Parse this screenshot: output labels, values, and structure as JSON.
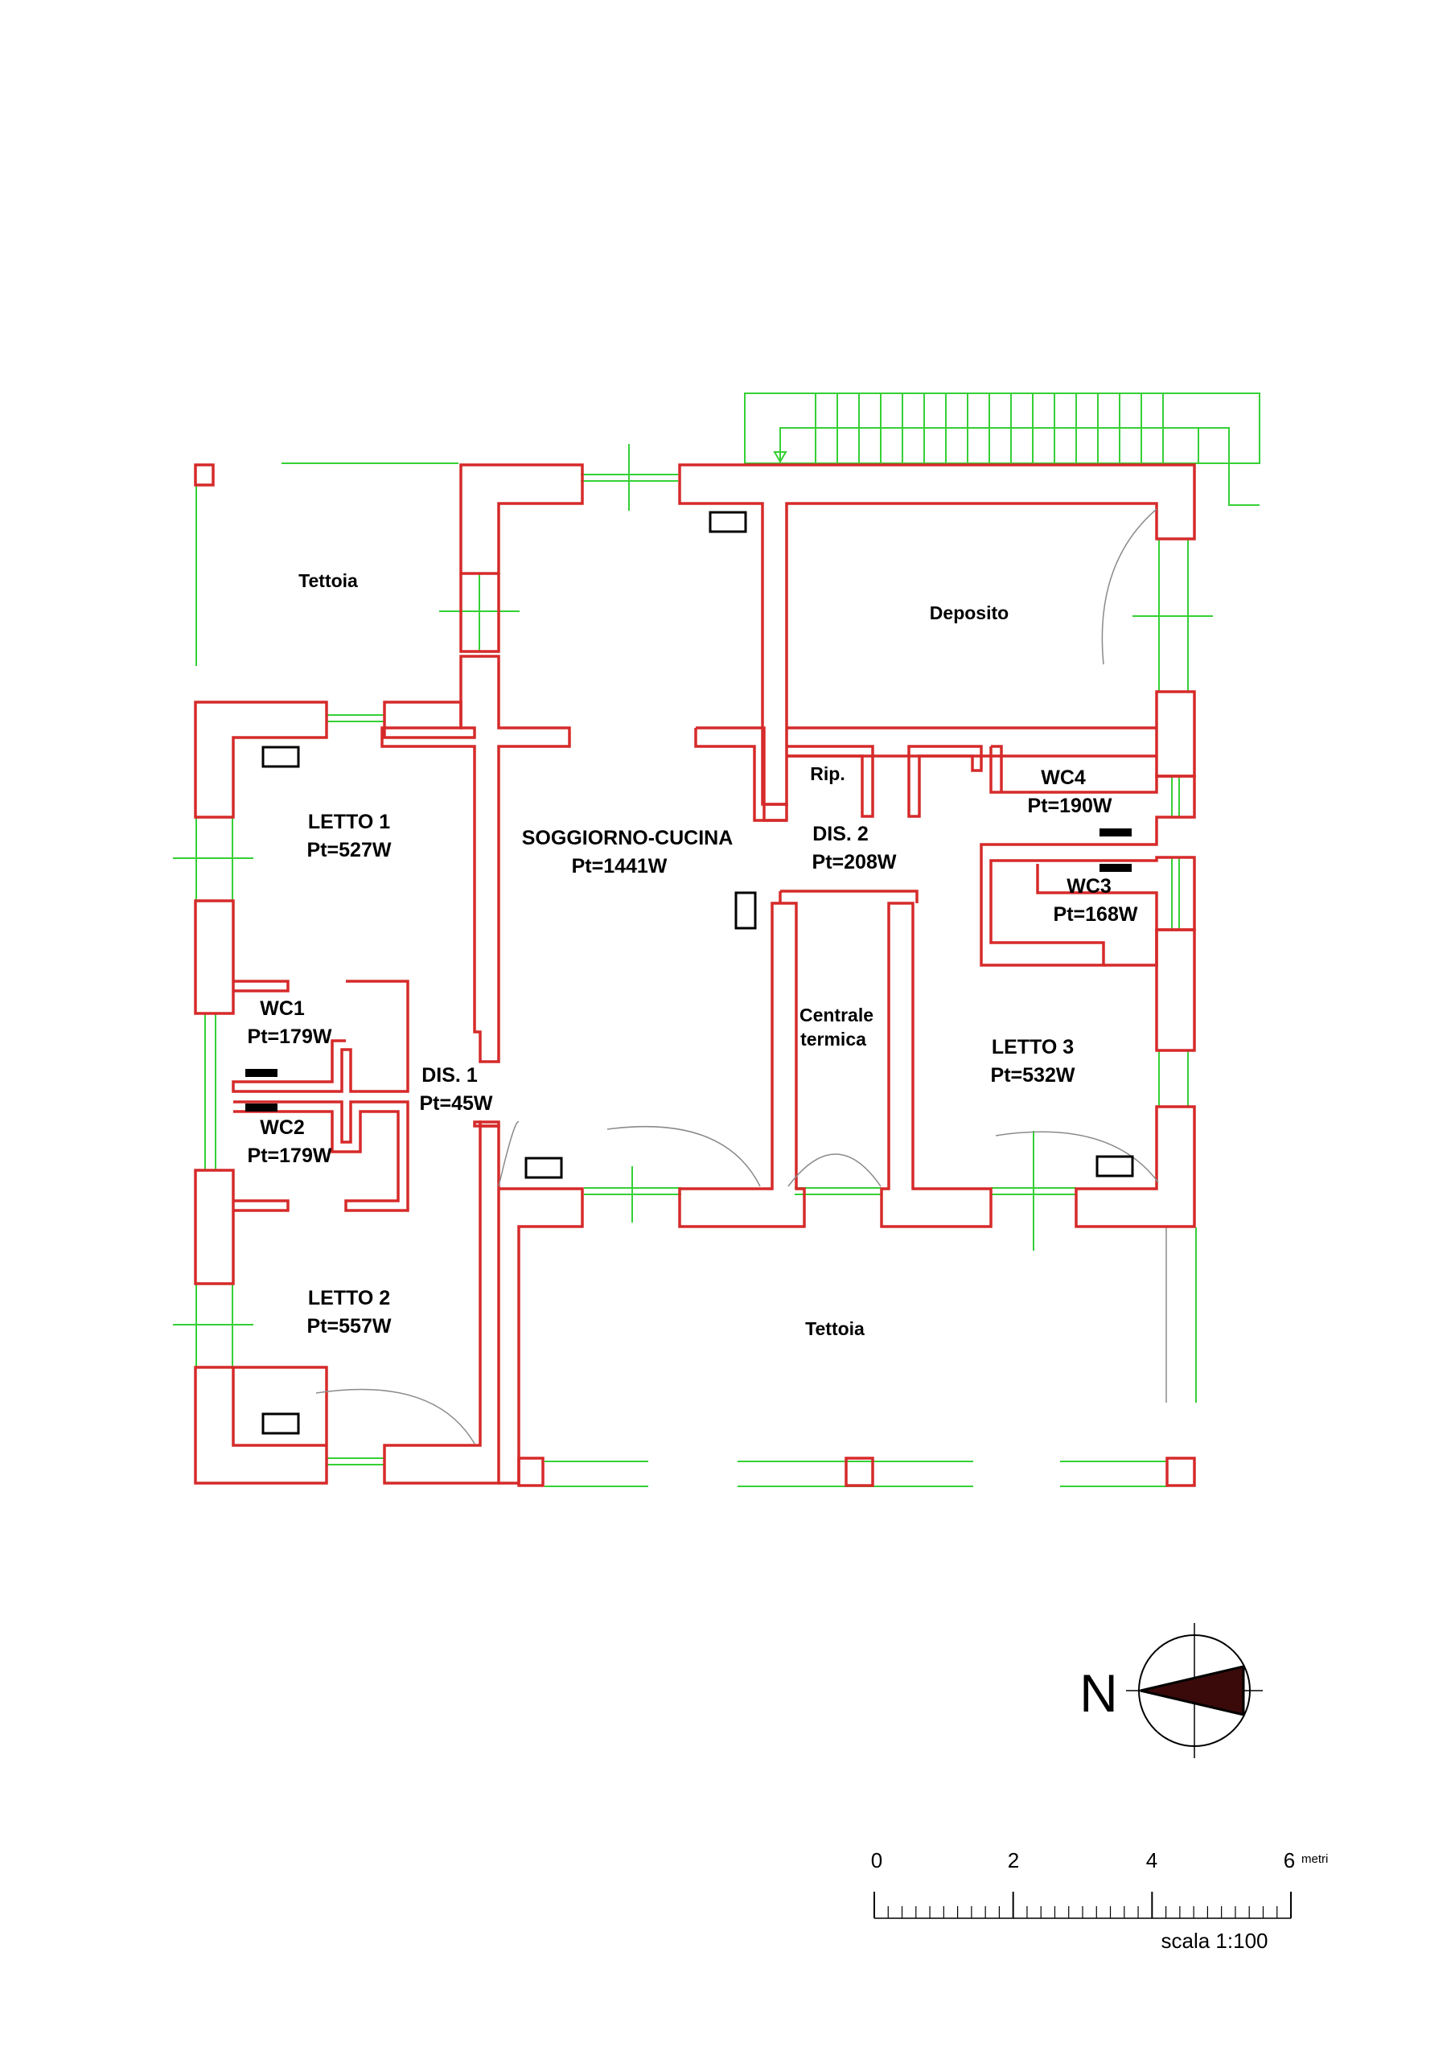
{
  "rooms": {
    "tettoia_nw": {
      "name": "Tettoia"
    },
    "deposito": {
      "name": "Deposito"
    },
    "letto1": {
      "name": "LETTO 1",
      "power": "Pt=527W"
    },
    "soggiorno": {
      "name": "SOGGIORNO-CUCINA",
      "power": "Pt=1441W"
    },
    "rip": {
      "name": "Rip."
    },
    "dis2": {
      "name": "DIS. 2",
      "power": "Pt=208W"
    },
    "wc4": {
      "name": "WC4",
      "power": "Pt=190W"
    },
    "wc3": {
      "name": "WC3",
      "power": "Pt=168W"
    },
    "wc1": {
      "name": "WC1",
      "power": "Pt=179W"
    },
    "wc2": {
      "name": "WC2",
      "power": "Pt=179W"
    },
    "dis1": {
      "name": "DIS. 1",
      "power": "Pt=45W"
    },
    "centrale": {
      "line1": "Centrale",
      "line2": "termica"
    },
    "letto3": {
      "name": "LETTO 3",
      "power": "Pt=532W"
    },
    "letto2": {
      "name": "LETTO 2",
      "power": "Pt=557W"
    },
    "tettoia_s": {
      "name": "Tettoia"
    }
  },
  "compass": {
    "letter": "N"
  },
  "scale_bar": {
    "ticks": [
      "0",
      "2",
      "4",
      "6"
    ],
    "unit": "metri",
    "caption": "scala 1:100"
  },
  "colors": {
    "walls": "#d62a2a",
    "openings": "#35d035",
    "symbols": "#000000"
  }
}
